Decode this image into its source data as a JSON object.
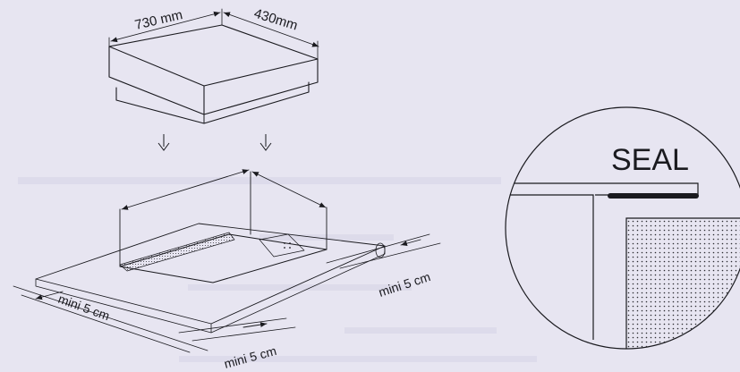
{
  "hob": {
    "width_label": "730 mm",
    "depth_label": "430mm"
  },
  "cutout": {
    "clearance_left": "mini 5 cm",
    "clearance_front": "mini 5 cm",
    "clearance_right": "mini 5 cm"
  },
  "detail": {
    "seal_label": "SEAL"
  },
  "colors": {
    "paper": "#e7e5f1",
    "ink": "#1a1a1f"
  }
}
